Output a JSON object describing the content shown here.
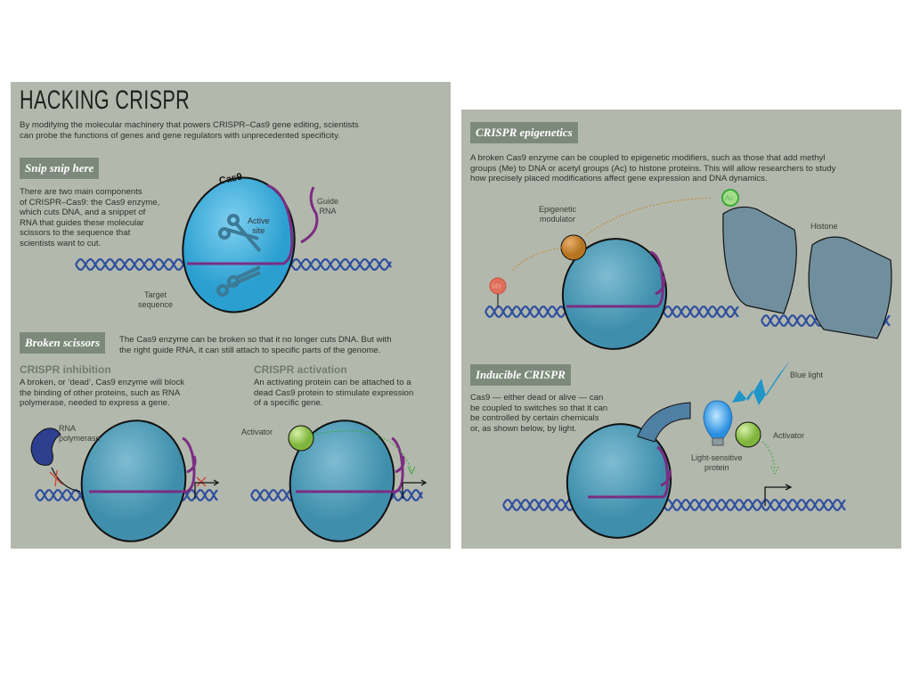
{
  "title": "HACKING CRISPR",
  "intro": [
    "By modifying the molecular machinery that powers CRISPR–Cas9 gene editing, scientists",
    "can probe the functions of genes and gene regulators with unprecedented specificity."
  ],
  "snip": {
    "tag": "Snip snip here",
    "text": [
      "There are two main components",
      "of CRISPR–Cas9: the Cas9 enzyme,",
      "which cuts DNA, and a snippet of",
      "RNA that guides these molecular",
      "scissors to the sequence that",
      "scientists want to cut."
    ],
    "labels": {
      "cas9": "Cas9",
      "guide": "Guide",
      "guide2": "RNA",
      "active": "Active",
      "active2": "site",
      "target": "Target",
      "target2": "sequence"
    }
  },
  "broken": {
    "tag": "Broken scissors",
    "text": [
      "The Cas9 enzyme can be broken so that it no longer cuts DNA. But with",
      "the right guide RNA, it can still attach to specific parts of the genome."
    ]
  },
  "inhibition": {
    "heading": "CRISPR inhibition",
    "text": [
      "A broken, or ‘dead’, Cas9 enzyme will block",
      "the binding of other proteins, such as RNA",
      "polymerase, needed to express a gene."
    ],
    "label1": "RNA",
    "label2": "polymerase"
  },
  "activation": {
    "heading": "CRISPR activation",
    "text": [
      "An activating protein can be attached to a",
      "dead Cas9 protein to stimulate expression",
      "of a specific gene."
    ],
    "label": "Activator"
  },
  "epigenetics": {
    "tag": "CRISPR epigenetics",
    "text": [
      "A broken Cas9 enzyme can be coupled to epigenetic modifiers, such as those that add methyl",
      "groups (Me) to DNA or acetyl groups (Ac) to histone proteins. This will allow researchers to study",
      "how precisely placed modifications affect gene expression and DNA dynamics."
    ],
    "modulator1": "Epigenetic",
    "modulator2": "modulator",
    "me": "Me",
    "ac": "Ac",
    "histone": "Histone"
  },
  "inducible": {
    "tag": "Inducible CRISPR",
    "text": [
      "Cas9 — either dead or alive — can",
      "be coupled to switches so that it can",
      "be controlled by certain chemicals",
      "or, as shown below, by light."
    ],
    "blue_light": "Blue light",
    "activator": "Activator",
    "protein1": "Light-sensitive",
    "protein2": "protein"
  },
  "colors": {
    "panel": "#b3b8ad",
    "tag": "#7d8a7b",
    "cas9": "#4bb3dd",
    "dead_cas9": "#5aa9c4",
    "dna": "#2e4f9e",
    "rna": "#7b2d82",
    "activator": "#8dc04a",
    "modulator": "#c4842f",
    "me": "#e0705c"
  }
}
